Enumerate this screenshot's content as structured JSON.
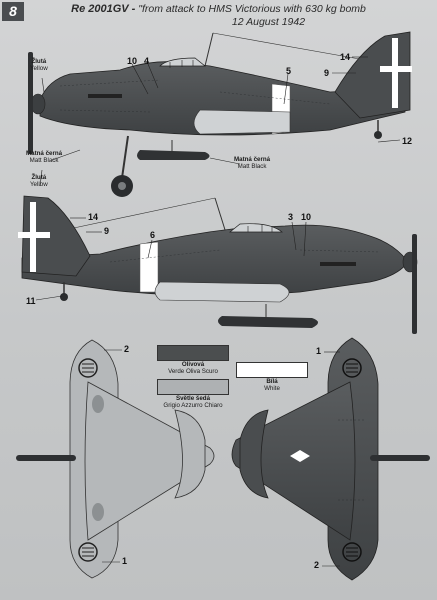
{
  "page_number": "8",
  "title": {
    "model": "Re 2001GV -",
    "caption": " \"from attack to HMS Victorious with 630 kg bomb",
    "date": "12 August 1942"
  },
  "labels": {
    "yellow_1": {
      "cz": "Žlutá",
      "en": "Yellow"
    },
    "matt_black_1": {
      "cz": "Matná černá",
      "en": "Matt Black"
    },
    "matt_black_2": {
      "cz": "Matná černá",
      "en": "Matt Black"
    },
    "yellow_2": {
      "cz": "Žlutá",
      "en": "Yellow"
    }
  },
  "callouts": {
    "top_10": "10",
    "top_4": "4",
    "top_5": "5",
    "top_14": "14",
    "top_9": "9",
    "top_12": "12",
    "mid_14": "14",
    "mid_9": "9",
    "mid_6": "6",
    "mid_3": "3",
    "mid_10": "10",
    "mid_11": "11",
    "bot_2a": "2",
    "bot_1a": "1",
    "bot_1b": "1",
    "bot_2b": "2"
  },
  "legend": [
    {
      "cz": "Olivová",
      "en": "Verde Oliva Scuro",
      "color": "#4b4e4f"
    },
    {
      "cz": "Světle šedá",
      "en": "Grigio Azzurro Chiaro",
      "color": "#aeb1b3"
    },
    {
      "cz": "Bílá",
      "en": "White",
      "color": "#ffffff"
    }
  ],
  "colors": {
    "dark": "#4a4d4f",
    "light": "#b5b8ba",
    "white": "#ffffff",
    "yellow_tone": "#d9d9d9"
  }
}
